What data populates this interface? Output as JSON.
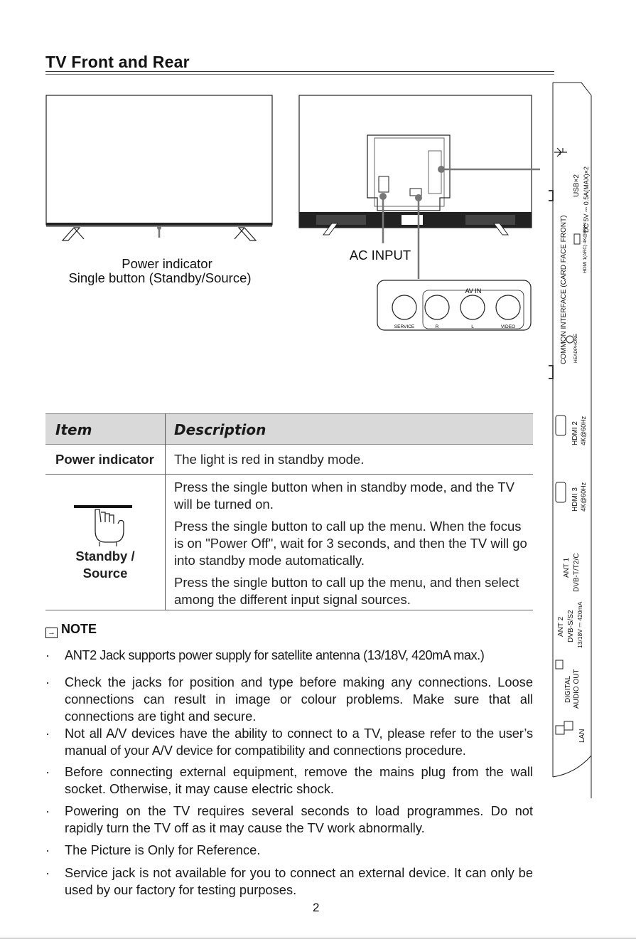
{
  "title": "TV Front and Rear",
  "front_labels": {
    "power_indicator": "Power indicator",
    "single_button": "Single button (Standby/Source)"
  },
  "rear_labels": {
    "ac_input": "AC INPUT"
  },
  "av_panel": {
    "av_in": "AV IN",
    "service": "SERVICE",
    "r": "R",
    "l": "L",
    "video": "VIDEO"
  },
  "side_panel": {
    "usb": "USB×2",
    "usb_power": "DC 5V ⎓ 0.5A(MAX)×2",
    "ci": "COMMON INTERFACE (CARD FACE FRONT)",
    "hdmi1": "HDMI 1(ARC) 4K@60Hz",
    "headphone": "HEADPHONE",
    "hdmi2": "HDMI 2",
    "hdmi2_spec": "4K@60Hz",
    "hdmi3": "HDMI 3",
    "hdmi3_spec": "4K@60Hz",
    "ant1": "ANT 1",
    "ant1_spec": "DVB-T/T2/C",
    "ant2": "ANT 2",
    "ant2_spec": "DVB-S/S2",
    "ant2_power": "13/18V ⎓ 420mA",
    "digital": "DIGITAL",
    "audio_out": "AUDIO OUT",
    "lan": "LAN"
  },
  "table": {
    "col_item": "Item",
    "col_desc": "Description",
    "row1_item": "Power indicator",
    "row1_desc": "The light is red in standby mode.",
    "row2_item_line1": "Standby /",
    "row2_item_line2": "Source",
    "row2_desc1": "Press the single button when in standby mode, and the TV will be turned on.",
    "row2_desc2": "Press the single button to call up the menu. When the focus is on \"Power Off\", wait for 3 seconds, and then the TV will go into standby mode automatically.",
    "row2_desc3": "Press the single button to call up the menu, and then select among the different input signal sources."
  },
  "note": {
    "title": "NOTE",
    "bullet_char": "·",
    "items": [
      "ANT2 Jack supports power supply for satellite antenna (13/18V, 420mA max.)",
      "Check the jacks for position and type before making any connections. Loose connections can result in image or colour problems. Make sure that all connections are tight and secure.",
      "Not all A/V devices have the ability to connect to a TV, please refer to the user’s manual of your A/V device for compatibility and connections procedure.",
      "Before connecting external equipment, remove the mains plug from the wall socket. Otherwise, it may cause electric shock.",
      "Powering on the TV requires several seconds to load programmes. Do not rapidly turn the TV off as it may cause the TV work abnormally.",
      "The Picture is Only for Reference.",
      "Service jack is not available for you to connect an external device. It can only be used by our factory for testing purposes."
    ]
  },
  "page_number": "2"
}
